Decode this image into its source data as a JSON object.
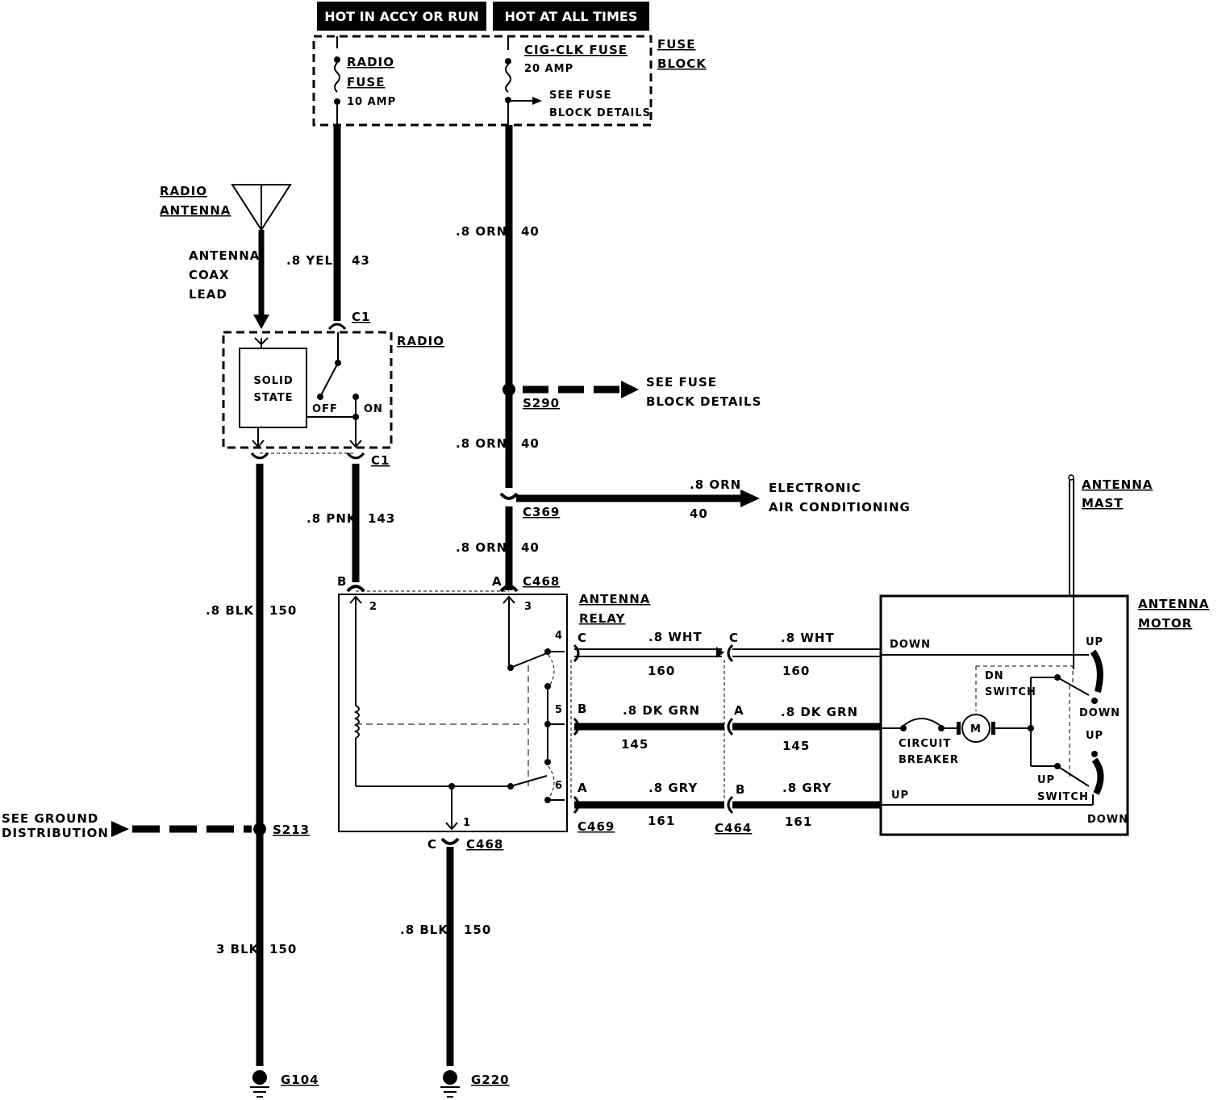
{
  "headers": {
    "accy_run": "HOT IN ACCY OR RUN",
    "all_times": "HOT AT ALL TIMES"
  },
  "fuse_block": {
    "label1": "FUSE",
    "label2": "BLOCK",
    "radio_fuse1": "RADIO",
    "radio_fuse2": "FUSE",
    "radio_fuse_amp": "10 AMP",
    "cig_fuse": "CIG-CLK FUSE",
    "cig_fuse_amp": "20 AMP",
    "see_fuse1": "SEE FUSE",
    "see_fuse2": "BLOCK DETAILS"
  },
  "antenna": {
    "label1": "RADIO",
    "label2": "ANTENNA",
    "coax1": "ANTENNA",
    "coax2": "COAX",
    "coax3": "LEAD"
  },
  "radio": {
    "label": "RADIO",
    "solid1": "SOLID",
    "solid2": "STATE",
    "off": "OFF",
    "on": "ON",
    "c1_top": "C1",
    "c1_bottom": "C1"
  },
  "wires": {
    "yel_size": ".8 YEL",
    "yel_num": "43",
    "orn_size": ".8 ORN",
    "orn_num": "40",
    "pnk_size": ".8 PNK",
    "pnk_num": "143",
    "blk_size": ".8 BLK",
    "blk_num": "150",
    "blk3_size": "3 BLK",
    "wht_size": ".8 WHT",
    "wht_num": "160",
    "grn_size": ".8 DK GRN",
    "grn_num": "145",
    "gry_size": ".8 GRY",
    "gry_num": "161"
  },
  "splices": {
    "s290": "S290",
    "s213": "S213",
    "see_fuse1": "SEE FUSE",
    "see_fuse2": "BLOCK DETAILS",
    "see_ground1": "SEE GROUND",
    "see_ground2": "DISTRIBUTION"
  },
  "connectors": {
    "c369": "C369",
    "c468": "C468",
    "c469": "C469",
    "c464": "C464",
    "pin_a": "A",
    "pin_b": "B",
    "pin_c": "C"
  },
  "eac": {
    "label1": "ELECTRONIC",
    "label2": "AIR CONDITIONING"
  },
  "relay": {
    "label1": "ANTENNA",
    "label2": "RELAY",
    "pin1": "1",
    "pin2": "2",
    "pin3": "3",
    "pin4": "4",
    "pin5": "5",
    "pin6": "6"
  },
  "motor": {
    "label1": "ANTENNA",
    "label2": "MOTOR",
    "mast1": "ANTENNA",
    "mast2": "MAST",
    "down": "DOWN",
    "up": "UP",
    "dn_switch1": "DN",
    "dn_switch2": "SWITCH",
    "up_switch1": "UP",
    "up_switch2": "SWITCH",
    "breaker1": "CIRCUIT",
    "breaker2": "BREAKER",
    "m": "M"
  },
  "grounds": {
    "g104": "G104",
    "g220": "G220"
  }
}
